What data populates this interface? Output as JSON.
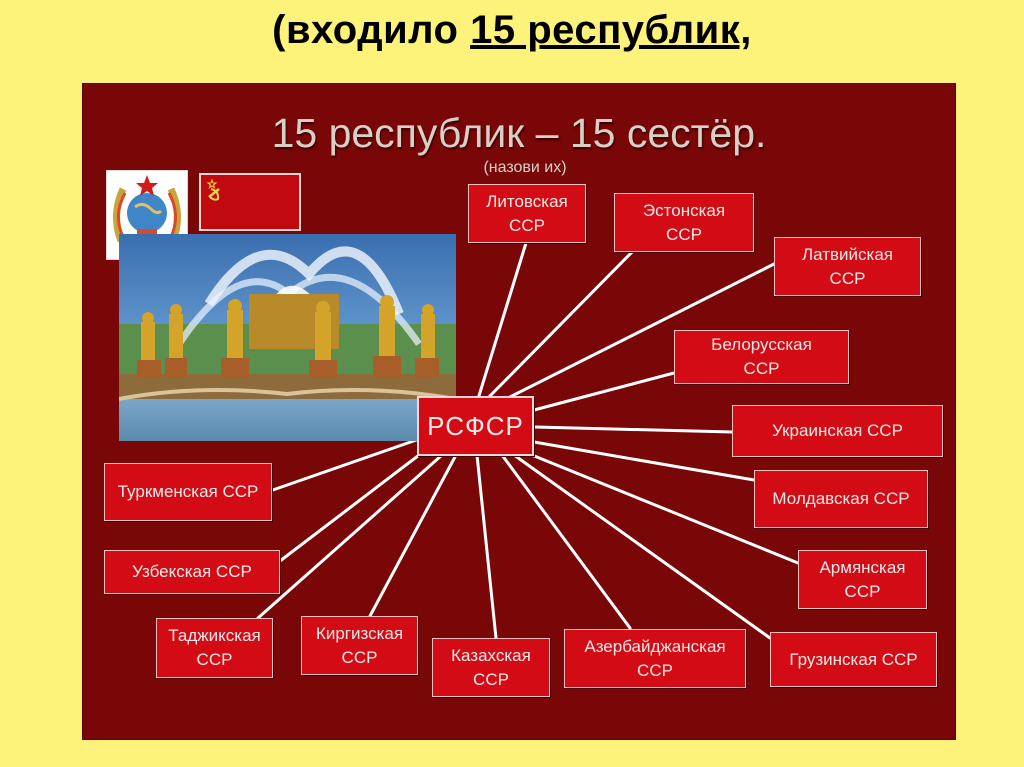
{
  "heading": {
    "prefix": "(входило ",
    "underlined": "15 республик,"
  },
  "slide": {
    "title": "15 республик – 15 сестёр.",
    "subtitle": "(назови их)"
  },
  "center": {
    "label": "РСФСР"
  },
  "republics": [
    {
      "line1": "Литовская",
      "line2": "ССР"
    },
    {
      "line1": "Эстонская",
      "line2": "ССР"
    },
    {
      "line1": "Латвийская",
      "line2": "ССР"
    },
    {
      "line1": "Белорусская",
      "line2": "ССР"
    },
    {
      "line1": "Украинская ССР",
      "line2": ""
    },
    {
      "line1": "Молдавская ССР",
      "line2": ""
    },
    {
      "line1": "Армянская",
      "line2": "ССР"
    },
    {
      "line1": "Грузинская ССР",
      "line2": ""
    },
    {
      "line1": "Азербайджанская",
      "line2": "ССР"
    },
    {
      "line1": "Казахская",
      "line2": "ССР"
    },
    {
      "line1": "Киргизская",
      "line2": "ССР"
    },
    {
      "line1": "Таджикская",
      "line2": "ССР"
    },
    {
      "line1": "Узбекская ССР",
      "line2": ""
    },
    {
      "line1": "Туркменская ССР",
      "line2": ""
    }
  ],
  "colors": {
    "page_background": "#fdf27a",
    "slide_background": "#7a0707",
    "box_fill": "#d30b14",
    "connector": "#ffffff"
  },
  "icons": [
    "ussr-emblem-icon",
    "ussr-flag-icon",
    "fountain-photo"
  ]
}
